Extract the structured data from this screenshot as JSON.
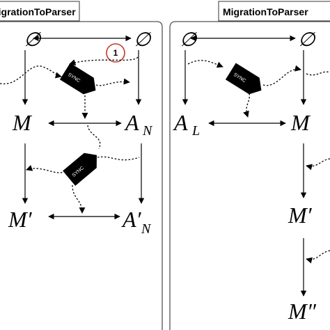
{
  "panels": {
    "left": {
      "title": "MigrationToParser",
      "nodes": {
        "empty_left": "∅",
        "empty_right": "∅",
        "m": "M",
        "a_n_base": "A",
        "a_n_sub": "N",
        "m_prime": "M′",
        "a_n_prime_base": "A′",
        "a_n_prime_sub": "N"
      },
      "sync_labels": [
        "SYNC",
        "SYNC"
      ],
      "badge": "1"
    },
    "right": {
      "title": "MigrationToParser",
      "nodes": {
        "empty_left": "∅",
        "empty_right": "∅",
        "a_l_base": "A",
        "a_l_sub": "L",
        "m": "M",
        "m_prime": "M′",
        "m_double_prime": "M″"
      },
      "sync_labels": [
        "SYNC"
      ]
    }
  },
  "colors": {
    "ink": "#000000",
    "badge_ring": "#c0392b",
    "panel_border": "#555555",
    "sync_fill": "#000000",
    "sync_text": "#ffffff"
  }
}
